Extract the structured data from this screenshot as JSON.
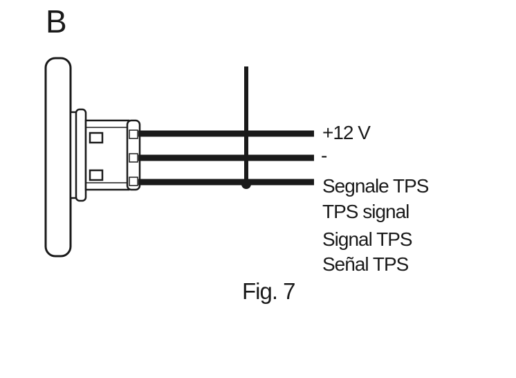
{
  "panel_label": "B",
  "wire_labels": {
    "positive": "+12 V",
    "negative": "-",
    "signal_it": "Segnale TPS",
    "signal_en": "TPS signal",
    "signal_fr": "Signal TPS",
    "signal_es": "Señal TPS"
  },
  "figure_caption": "Fig. 7",
  "colors": {
    "line": "#1a1a1a",
    "background": "#ffffff"
  }
}
